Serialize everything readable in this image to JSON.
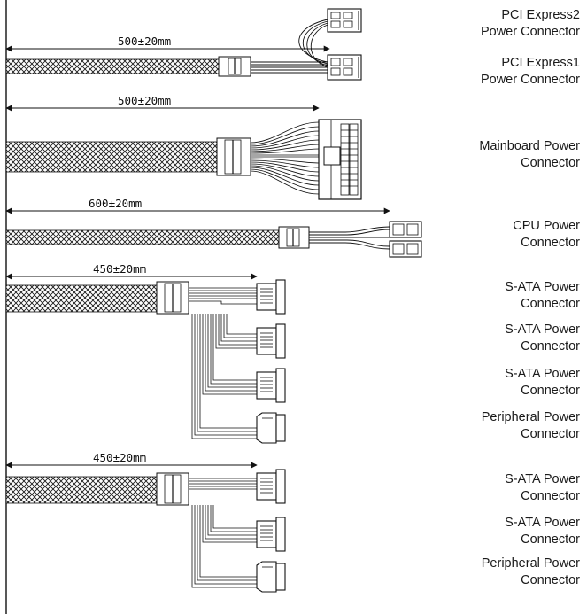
{
  "diagram": {
    "dimensions": {
      "pci": "500±20mm",
      "mainboard": "500±20mm",
      "cpu": "600±20mm",
      "sata_group1": "450±20mm",
      "sata_group2": "450±20mm"
    },
    "labels": [
      {
        "line1": "PCI Express2",
        "line2": "Power Connector"
      },
      {
        "line1": "PCI Express1",
        "line2": "Power Connector"
      },
      {
        "line1": "Mainboard Power",
        "line2": "Connector"
      },
      {
        "line1": "CPU Power",
        "line2": "Connector"
      },
      {
        "line1": "S-ATA Power",
        "line2": "Connector"
      },
      {
        "line1": "S-ATA Power",
        "line2": "Connector"
      },
      {
        "line1": "S-ATA Power",
        "line2": "Connector"
      },
      {
        "line1": "Peripheral Power",
        "line2": "Connector"
      },
      {
        "line1": "S-ATA Power",
        "line2": "Connector"
      },
      {
        "line1": "S-ATA Power",
        "line2": "Connector"
      },
      {
        "line1": "Peripheral Power",
        "line2": "Connector"
      }
    ]
  }
}
